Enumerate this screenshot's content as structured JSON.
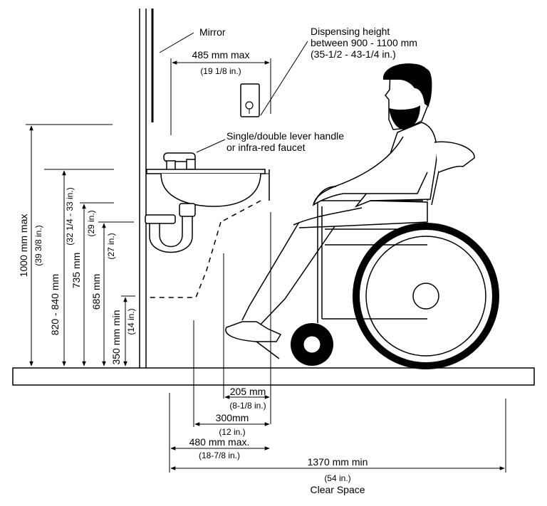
{
  "labels": {
    "mirror": "Mirror",
    "dispensing_1": "Dispensing height",
    "dispensing_2": "between 900 - 1100 mm",
    "dispensing_3": "(35-1/2 - 43-1/4 in.)",
    "faucet_1": "Single/double lever handle",
    "faucet_2": "or infra-red faucet",
    "mirror_width": "485 mm max",
    "mirror_width_in": "(19 1/8 in.)"
  },
  "vertical_dims": [
    {
      "mm": "1000 mm max",
      "inch": "(39 3/8 in.)"
    },
    {
      "mm": "820 - 840 mm",
      "inch": "(32 1/4 - 33 in.)"
    },
    {
      "mm": "735 mm",
      "inch": "(29 in.)"
    },
    {
      "mm": "685 mm",
      "inch": "(27 in.)"
    },
    {
      "mm": "350 mm min",
      "inch": "(14 in.)"
    }
  ],
  "horizontal_dims": [
    {
      "mm": "205 mm",
      "inch": "(8-1/8 in.)"
    },
    {
      "mm": "300mm",
      "inch": "(12 in.)"
    },
    {
      "mm": "480 mm max.",
      "inch": "(18-7/8 in.)"
    },
    {
      "mm": "1370 mm min",
      "inch": "(54 in.)",
      "note": "Clear Space"
    }
  ]
}
